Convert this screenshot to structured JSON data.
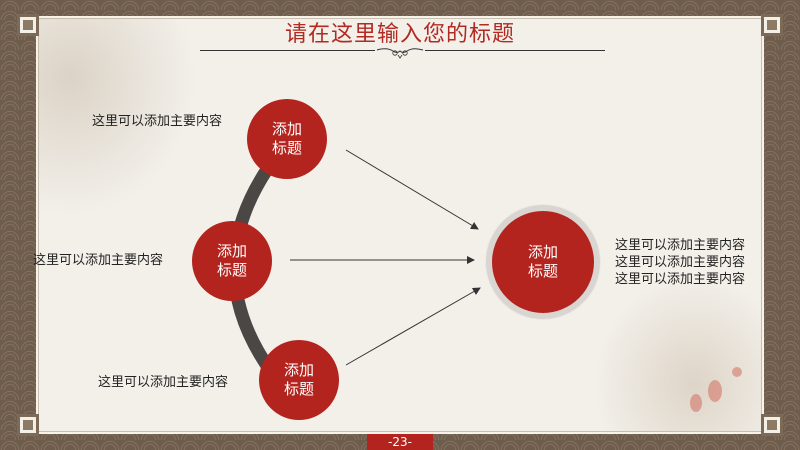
{
  "slide": {
    "title": "请在这里输入您的标题",
    "page_number": "-23-"
  },
  "diagram": {
    "source_nodes": [
      {
        "label_line1": "添加",
        "label_line2": "标题",
        "description": "这里可以添加主要内容"
      },
      {
        "label_line1": "添加",
        "label_line2": "标题",
        "description": "这里可以添加主要内容"
      },
      {
        "label_line1": "添加",
        "label_line2": "标题",
        "description": "这里可以添加主要内容"
      }
    ],
    "target_node": {
      "label_line1": "添加",
      "label_line2": "标题",
      "description_lines": [
        "这里可以添加主要内容",
        "这里可以添加主要内容",
        "这里可以添加主要内容"
      ]
    }
  },
  "colors": {
    "accent_red": "#b3241e",
    "arc_gray": "#4a4744",
    "frame_brown": "#6e5d4d",
    "paper": "#f3f0ea"
  }
}
